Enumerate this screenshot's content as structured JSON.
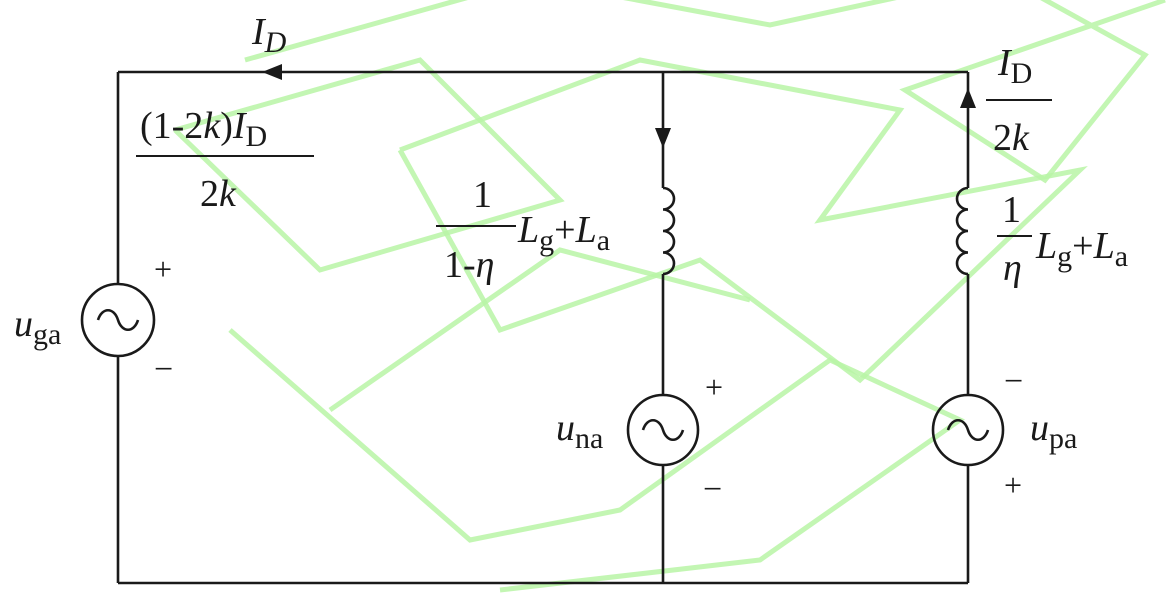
{
  "diagram": {
    "watermark": {
      "color": "#b9f5a6"
    },
    "top_current": {
      "symbol": "I",
      "sub": "D"
    },
    "left_branch": {
      "num_a": "(1-2",
      "num_k": "k",
      "num_b": ")",
      "num_I": "I",
      "num_sub": "D",
      "den": "2",
      "den_k": "k",
      "source": {
        "symbol": "u",
        "sub": "ga",
        "plus": "+",
        "minus": "−"
      }
    },
    "middle_branch": {
      "frac_num": "1",
      "frac_den": "1-",
      "frac_den_var": "η",
      "L1": "L",
      "L1_sub": "g",
      "plus": "+",
      "L2": "L",
      "L2_sub": "a",
      "source": {
        "symbol": "u",
        "sub": "na",
        "plus": "+",
        "minus": "−"
      }
    },
    "right_branch": {
      "current_num_I": "I",
      "current_num_sub": "D",
      "current_den": "2",
      "current_den_k": "k",
      "frac_num": "1",
      "frac_den_var": "η",
      "L1": "L",
      "L1_sub": "g",
      "plus": "+",
      "L2": "L",
      "L2_sub": "a",
      "source": {
        "symbol": "u",
        "sub": "pa",
        "plus": "+",
        "minus": "−"
      }
    }
  }
}
